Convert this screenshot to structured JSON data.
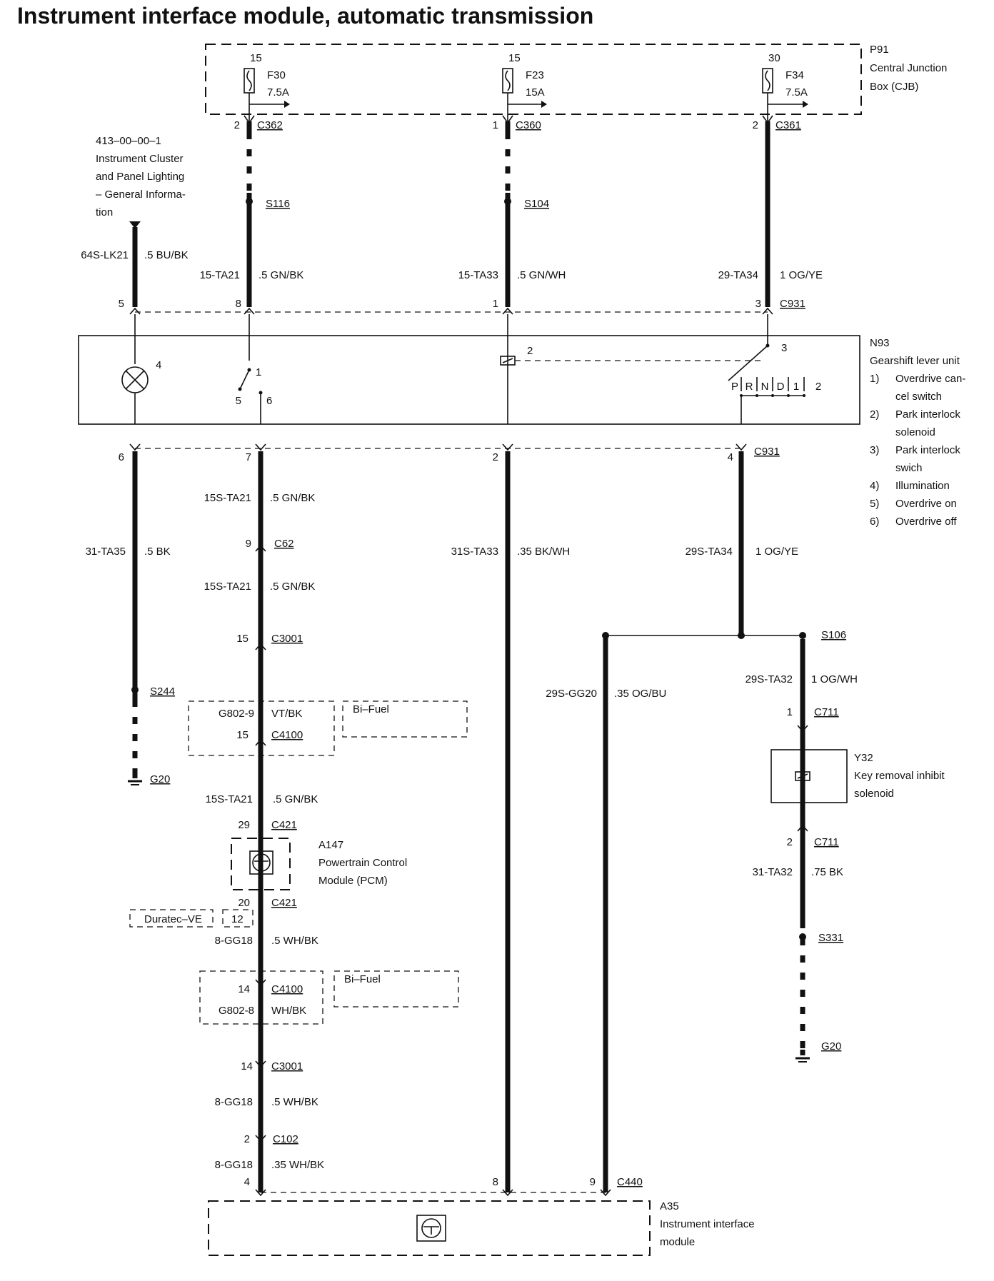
{
  "title": "Instrument interface module, automatic transmission",
  "cjb": {
    "id": "P91",
    "name_l1": "Central Junction",
    "name_l2": "Box (CJB)"
  },
  "fuses": [
    {
      "pin": "15",
      "id": "F30",
      "rating": "7.5A",
      "conn_pin": "2",
      "conn": "C362"
    },
    {
      "pin": "15",
      "id": "F23",
      "rating": "15A",
      "conn_pin": "1",
      "conn": "C360"
    },
    {
      "pin": "30",
      "id": "F34",
      "rating": "7.5A",
      "conn_pin": "2",
      "conn": "C361"
    }
  ],
  "ref": {
    "l1": "413–00–00–1",
    "l2": "Instrument Cluster",
    "l3": "and Panel Lighting",
    "l4": "– General Informa-",
    "l5": "tion"
  },
  "splices_top": [
    "S116",
    "S104"
  ],
  "wires_top": [
    {
      "circuit": "64S-LK21",
      "spec": ".5 BU/BK"
    },
    {
      "circuit": "15-TA21",
      "spec": ".5 GN/BK"
    },
    {
      "circuit": "15-TA33",
      "spec": ".5 GN/WH"
    },
    {
      "circuit": "29-TA34",
      "spec": "1 OG/YE"
    }
  ],
  "c931_top": {
    "pins": [
      "5",
      "8",
      "1",
      "3"
    ],
    "name": "C931"
  },
  "n93": {
    "id": "N93",
    "name": "Gearshift lever unit",
    "legend": [
      {
        "n": "1)",
        "l1": "Overdrive can-",
        "l2": "cel switch"
      },
      {
        "n": "2)",
        "l1": "Park interlock",
        "l2": "solenoid"
      },
      {
        "n": "3)",
        "l1": "Park interlock",
        "l2": "swich"
      },
      {
        "n": "4)",
        "l1": "Illumination",
        "l2": ""
      },
      {
        "n": "5)",
        "l1": "Overdrive on",
        "l2": ""
      },
      {
        "n": "6)",
        "l1": "Overdrive off",
        "l2": ""
      }
    ],
    "inner_labels": [
      "4",
      "1",
      "5",
      "6",
      "2",
      "3"
    ],
    "gears": [
      "P",
      "R",
      "N",
      "D",
      "1",
      "2"
    ]
  },
  "c931_bot": {
    "pins": [
      "6",
      "7",
      "2",
      "4"
    ],
    "name": "C931"
  },
  "col1": {
    "circuit": "31-TA35",
    "spec": ".5 BK",
    "splice": "S244",
    "ground": "G20"
  },
  "col2": {
    "w1": {
      "circuit": "15S-TA21",
      "spec": ".5 GN/BK"
    },
    "c62": {
      "pin": "9",
      "name": "C62"
    },
    "w2": {
      "circuit": "15S-TA21",
      "spec": ".5 GN/BK"
    },
    "c3001a": {
      "pin": "15",
      "name": "C3001"
    },
    "bifuel1": {
      "wire": "G802-9",
      "spec": "VT/BK",
      "pin": "15",
      "conn": "C4100",
      "label": "Bi–Fuel"
    },
    "w3": {
      "circuit": "15S-TA21",
      "spec": ".5 GN/BK"
    },
    "c421a": {
      "pin": "29",
      "name": "C421"
    },
    "pcm": {
      "id": "A147",
      "l1": "Powertrain Control",
      "l2": "Module (PCM)"
    },
    "c421b": {
      "pin": "20",
      "name": "C421"
    },
    "duratec": {
      "label": "Duratec–VE",
      "pin": "12"
    },
    "w4": {
      "circuit": "8-GG18",
      "spec": ".5 WH/BK"
    },
    "bifuel2": {
      "pin": "14",
      "conn": "C4100",
      "wire": "G802-8",
      "spec": "WH/BK",
      "label": "Bi–Fuel"
    },
    "c3001b": {
      "pin": "14",
      "name": "C3001"
    },
    "w5": {
      "circuit": "8-GG18",
      "spec": ".5 WH/BK"
    },
    "c102": {
      "pin": "2",
      "name": "C102"
    },
    "w6": {
      "circuit": "8-GG18",
      "spec": ".35 WH/BK"
    }
  },
  "col3": {
    "circuit": "31S-TA33",
    "spec": ".35 BK/WH"
  },
  "col4": {
    "circuit": "29S-TA34",
    "spec": "1 OG/YE",
    "splice": "S106"
  },
  "col5": {
    "w1": {
      "circuit": "29S-TA32",
      "spec": "1 OG/WH"
    },
    "c711a": {
      "pin": "1",
      "name": "C711"
    },
    "sol": {
      "id": "Y32",
      "l1": "Key removal inhibit",
      "l2": "solenoid"
    },
    "c711b": {
      "pin": "2",
      "name": "C711"
    },
    "w2": {
      "circuit": "31-TA32",
      "spec": ".75 BK"
    },
    "splice": "S331",
    "ground": "G20"
  },
  "iim_wire": {
    "circuit": "29S-GG20",
    "spec": ".35 OG/BU"
  },
  "c440": {
    "pins": [
      "4",
      "8",
      "9"
    ],
    "name": "C440"
  },
  "iim": {
    "id": "A35",
    "l1": "Instrument interface",
    "l2": "module"
  }
}
